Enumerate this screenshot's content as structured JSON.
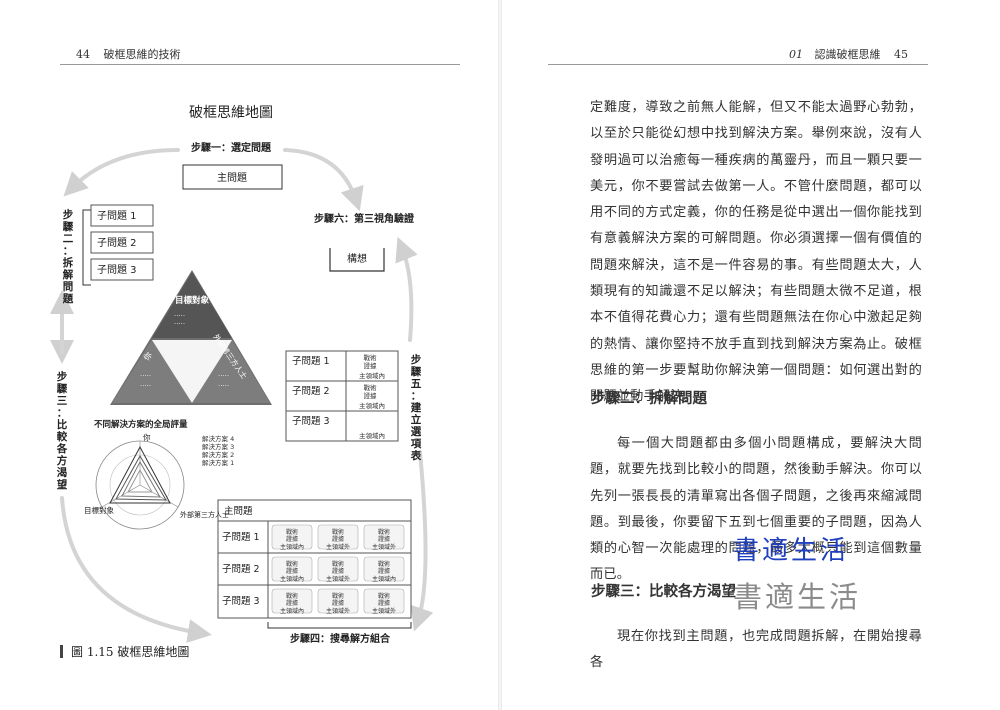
{
  "header": {
    "left_page_number": "44",
    "left_title": "破框思維的技術",
    "right_chapter": "01",
    "right_title": "認識破框思維",
    "right_page_number": "45"
  },
  "diagram": {
    "title": "破框思維地圖",
    "step1_label": "步驟一：選定問題",
    "main_problem": "主問題",
    "step2_label": "步驟二：拆解問題",
    "step3_label": "步驟三：比較各方渴望",
    "step4_label": "步驟四：搜尋解方組合",
    "step5_label": "步驟五：建立選項表",
    "step6_label": "步驟六：第三視角驗證",
    "idea": "構想",
    "sub_problems": [
      "子問題 1",
      "子問題 2",
      "子問題 3"
    ],
    "triangle_top": "目標對象",
    "triangle_left": "你",
    "triangle_right": "外部第三方人士",
    "option_cells": [
      "戰術",
      "證據",
      "主領域內",
      "主領域外"
    ],
    "radar_title": "不同解決方案的全局評量",
    "radar_axes": [
      "你",
      "目標對象",
      "外部第三方人士"
    ],
    "radar_legend": [
      "解決方案 4",
      "解決方案 3",
      "解決方案 2",
      "解決方案 1"
    ],
    "caption": "圖 1.15  破框思維地圖"
  },
  "text": {
    "para1": "定難度，導致之前無人能解，但又不能太過野心勃勃，以至於只能從幻想中找到解決方案。舉例來說，沒有人發明過可以治癒每一種疾病的萬靈丹，而且一顆只要一美元，你不要嘗試去做第一人。不管什麼問題，都可以用不同的方式定義，你的任務是從中選出一個你能找到有意義解決方案的可解問題。你必須選擇一個有價值的問題來解決，這不是一件容易的事。有些問題太大，人類現有的知識還不足以解決；有些問題太微不足道，根本不值得花費心力；還有些問題無法在你心中激起足夠的熱情、讓你堅持不放手直到找到解決方案為止。破框思維的第一步要幫助你解決第一個問題：如何選出對的問題並動手解決。",
    "heading2": "步驟二：拆解問題",
    "para2": "每一個大問題都由多個小問題構成，要解決大問題，就要先找到比較小的問題，然後動手解決。你可以先列一張長長的清單寫出各個子問題，之後再來縮減問題。到最後，你要留下五到七個重要的子問題，因為人類的心智一次能處理的問題，最多大概只能到這個數量而已。",
    "heading3": "步驟三：比較各方渴望",
    "para3": "現在你找到主問題，也完成問題拆解，在開始搜尋各"
  },
  "watermark": {
    "blue": "書適生活",
    "gray": "書適生活"
  }
}
